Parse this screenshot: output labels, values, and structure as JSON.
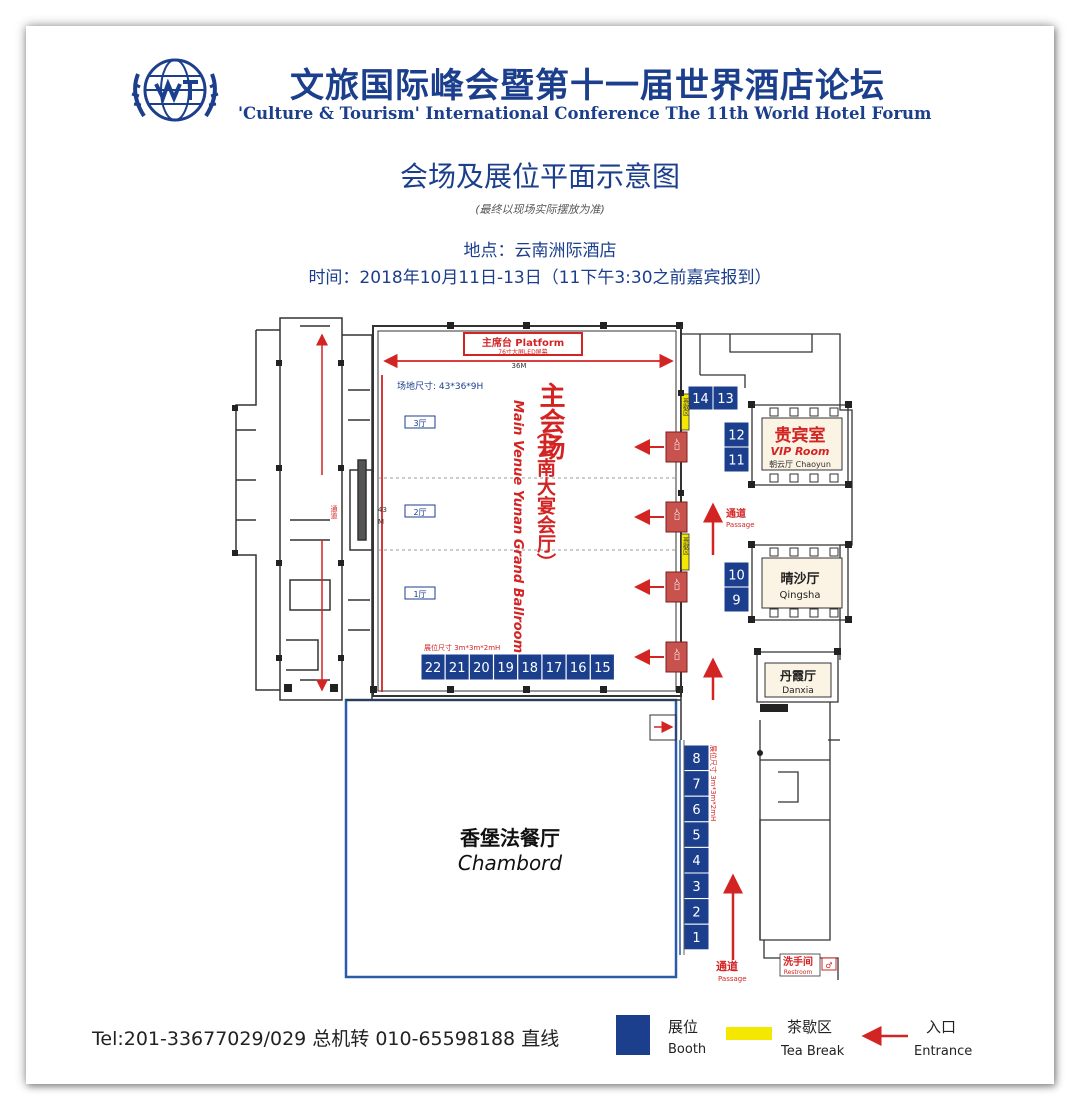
{
  "header": {
    "title_cn": "文旅国际峰会暨第十一届世界酒店论坛",
    "title_en": "'Culture & Tourism' International Conference The 11th World Hotel Forum",
    "subtitle": "会场及展位平面示意图",
    "note": "(最终以现场实际摆放为准)",
    "location": "地点：云南洲际酒店",
    "time": "时间：2018年10月11日-13日（11下午3:30之前嘉宾报到）"
  },
  "floorplan": {
    "platform_label": "主席台 Platform",
    "led_label": "76寸大屏LED屏幕",
    "width_label": "36M",
    "venue_size": "场地尺寸: 43*36*9H",
    "height_label_num": "43",
    "height_label_unit": "M",
    "main_venue_cn": "主会场",
    "main_venue_sub_cn": "（云南大宴会厅）",
    "main_venue_en": "Main Venue Yunan Grand Ballroom",
    "hall_3": "3厅",
    "hall_2": "2厅",
    "hall_1": "1厅",
    "booth_size_top": "展位尺寸 3m*3m*2mH",
    "booth_size_side": "展位尺寸 3m*3m*2mH",
    "entrance_cn": "入口",
    "tea_cn": "茶歇区",
    "passage_cn": "通道",
    "passage_en": "Passage",
    "corridor_left": "通道",
    "vip_cn": "贵宾室",
    "vip_en": "VIP Room",
    "chaoyun": "朝云厅 Chaoyun",
    "qingsha_cn": "晴沙厅",
    "qingsha_en": "Qingsha",
    "danxia_cn": "丹霞厅",
    "danxia_en": "Danxia",
    "chambord_cn": "香堡法餐厅",
    "chambord_en": "Chambord",
    "restroom_cn": "洗手间",
    "restroom_en": "Restroom",
    "booths_bottom": [
      "22",
      "21",
      "20",
      "19",
      "18",
      "17",
      "16",
      "15"
    ],
    "booths_top": [
      "14",
      "13"
    ],
    "booths_vip": [
      "12",
      "11"
    ],
    "booths_qingsha": [
      "10",
      "9"
    ],
    "booths_corridor": [
      "8",
      "7",
      "6",
      "5",
      "4",
      "3",
      "2",
      "1"
    ]
  },
  "legend": {
    "booth_cn": "展位",
    "booth_en": "Booth",
    "tea_cn": "茶歇区",
    "tea_en": "Tea Break",
    "entrance_cn": "入口",
    "entrance_en": "Entrance"
  },
  "contact": {
    "tel": "Tel:201-33677029/029 总机转    010-65598188 直线"
  },
  "colors": {
    "title_blue": "#1b3f8c",
    "booth_blue": "#1b3f8c",
    "accent_red": "#d32424",
    "tea_yellow": "#f4e800"
  }
}
